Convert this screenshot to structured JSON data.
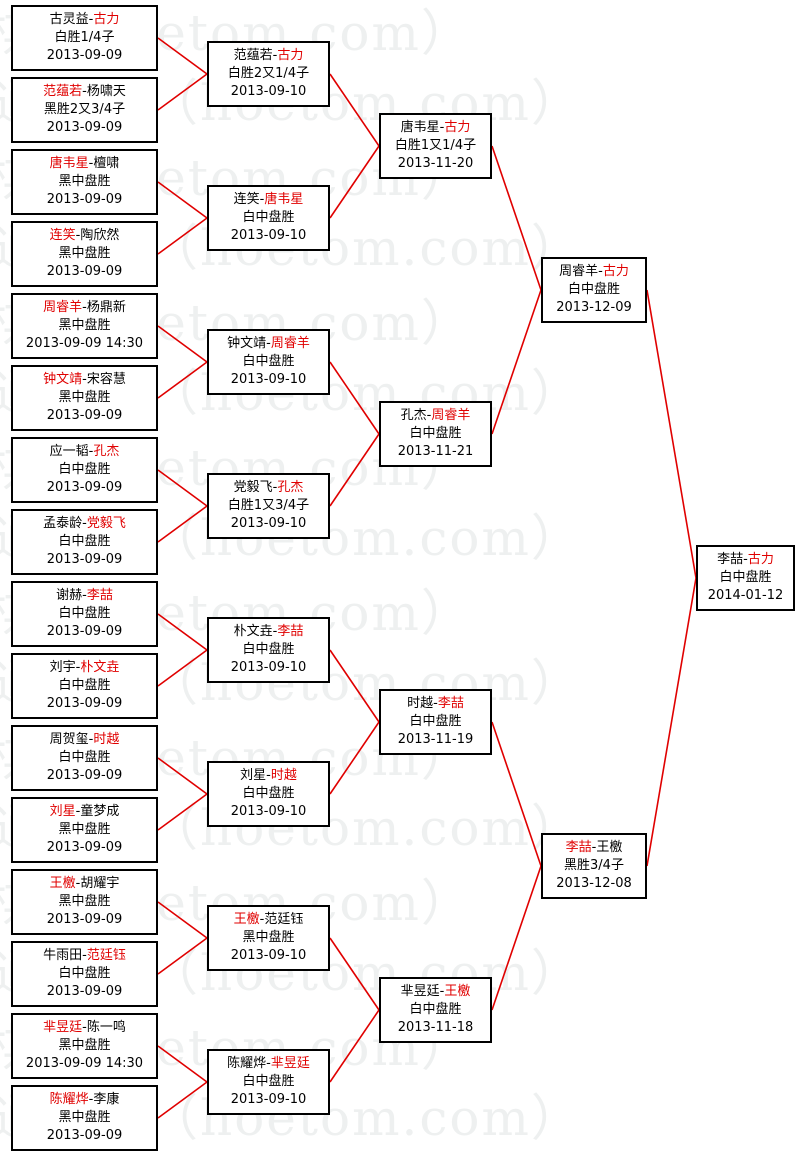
{
  "watermark": "弘通围棋（hoetom.com）",
  "colors": {
    "winner": "#e00000",
    "line": "#e00000",
    "border": "#000000",
    "watermark": "#eef0f0"
  },
  "bracket": {
    "round1": [
      {
        "p1": "古灵益",
        "p2": "古力",
        "winner": 2,
        "result": "白胜1/4子",
        "date": "2013-09-09"
      },
      {
        "p1": "范蕴若",
        "p2": "杨啸天",
        "winner": 1,
        "result": "黑胜2又3/4子",
        "date": "2013-09-09"
      },
      {
        "p1": "唐韦星",
        "p2": "檀啸",
        "winner": 1,
        "result": "黑中盘胜",
        "date": "2013-09-09"
      },
      {
        "p1": "连笑",
        "p2": "陶欣然",
        "winner": 1,
        "result": "黑中盘胜",
        "date": "2013-09-09"
      },
      {
        "p1": "周睿羊",
        "p2": "杨鼎新",
        "winner": 1,
        "result": "黑中盘胜",
        "date": "2013-09-09 14:30"
      },
      {
        "p1": "钟文靖",
        "p2": "宋容慧",
        "winner": 1,
        "result": "黑中盘胜",
        "date": "2013-09-09"
      },
      {
        "p1": "应一韬",
        "p2": "孔杰",
        "winner": 2,
        "result": "白中盘胜",
        "date": "2013-09-09"
      },
      {
        "p1": "孟泰龄",
        "p2": "党毅飞",
        "winner": 2,
        "result": "白中盘胜",
        "date": "2013-09-09"
      },
      {
        "p1": "谢赫",
        "p2": "李喆",
        "winner": 2,
        "result": "白中盘胜",
        "date": "2013-09-09"
      },
      {
        "p1": "刘宇",
        "p2": "朴文垚",
        "winner": 2,
        "result": "白中盘胜",
        "date": "2013-09-09"
      },
      {
        "p1": "周贺玺",
        "p2": "时越",
        "winner": 2,
        "result": "白中盘胜",
        "date": "2013-09-09"
      },
      {
        "p1": "刘星",
        "p2": "童梦成",
        "winner": 1,
        "result": "黑中盘胜",
        "date": "2013-09-09"
      },
      {
        "p1": "王檄",
        "p2": "胡耀宇",
        "winner": 1,
        "result": "黑中盘胜",
        "date": "2013-09-09"
      },
      {
        "p1": "牛雨田",
        "p2": "范廷钰",
        "winner": 2,
        "result": "白中盘胜",
        "date": "2013-09-09"
      },
      {
        "p1": "芈昱廷",
        "p2": "陈一鸣",
        "winner": 1,
        "result": "黑中盘胜",
        "date": "2013-09-09 14:30"
      },
      {
        "p1": "陈耀烨",
        "p2": "李康",
        "winner": 1,
        "result": "黑中盘胜",
        "date": "2013-09-09"
      }
    ],
    "round2": [
      {
        "p1": "范蕴若",
        "p2": "古力",
        "winner": 2,
        "result": "白胜2又1/4子",
        "date": "2013-09-10"
      },
      {
        "p1": "连笑",
        "p2": "唐韦星",
        "winner": 2,
        "result": "白中盘胜",
        "date": "2013-09-10"
      },
      {
        "p1": "钟文靖",
        "p2": "周睿羊",
        "winner": 2,
        "result": "白中盘胜",
        "date": "2013-09-10"
      },
      {
        "p1": "党毅飞",
        "p2": "孔杰",
        "winner": 2,
        "result": "白胜1又3/4子",
        "date": "2013-09-10"
      },
      {
        "p1": "朴文垚",
        "p2": "李喆",
        "winner": 2,
        "result": "白中盘胜",
        "date": "2013-09-10"
      },
      {
        "p1": "刘星",
        "p2": "时越",
        "winner": 2,
        "result": "白中盘胜",
        "date": "2013-09-10"
      },
      {
        "p1": "王檄",
        "p2": "范廷钰",
        "winner": 1,
        "result": "黑中盘胜",
        "date": "2013-09-10"
      },
      {
        "p1": "陈耀烨",
        "p2": "芈昱廷",
        "winner": 2,
        "result": "白中盘胜",
        "date": "2013-09-10"
      }
    ],
    "round3": [
      {
        "p1": "唐韦星",
        "p2": "古力",
        "winner": 2,
        "result": "白胜1又1/4子",
        "date": "2013-11-20"
      },
      {
        "p1": "孔杰",
        "p2": "周睿羊",
        "winner": 2,
        "result": "白中盘胜",
        "date": "2013-11-21"
      },
      {
        "p1": "时越",
        "p2": "李喆",
        "winner": 2,
        "result": "白中盘胜",
        "date": "2013-11-19"
      },
      {
        "p1": "芈昱廷",
        "p2": "王檄",
        "winner": 2,
        "result": "白中盘胜",
        "date": "2013-11-18"
      }
    ],
    "round4": [
      {
        "p1": "周睿羊",
        "p2": "古力",
        "winner": 2,
        "result": "白中盘胜",
        "date": "2013-12-09"
      },
      {
        "p1": "李喆",
        "p2": "王檄",
        "winner": 1,
        "result": "黑胜3/4子",
        "date": "2013-12-08"
      }
    ],
    "final": [
      {
        "p1": "李喆",
        "p2": "古力",
        "winner": 2,
        "result": "白中盘胜",
        "date": "2014-01-12"
      }
    ]
  }
}
